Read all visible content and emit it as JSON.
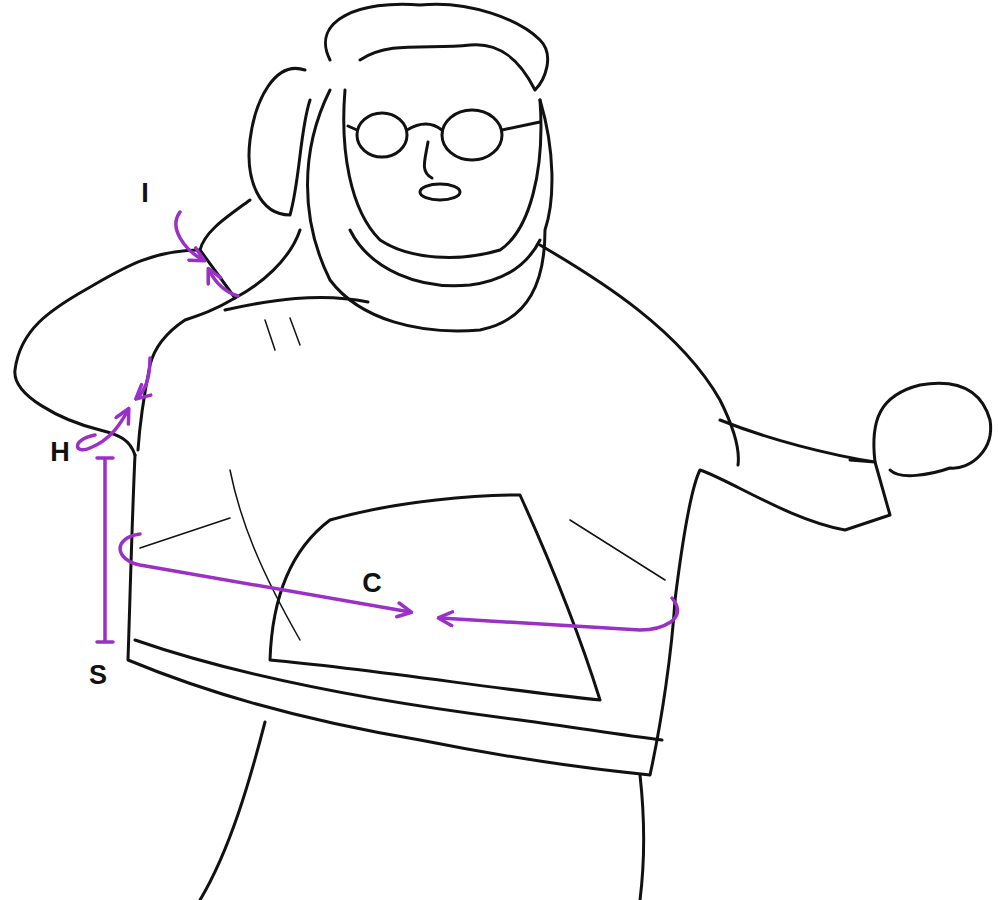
{
  "diagram": {
    "labels": [
      "I",
      "H",
      "C",
      "S"
    ]
  }
}
